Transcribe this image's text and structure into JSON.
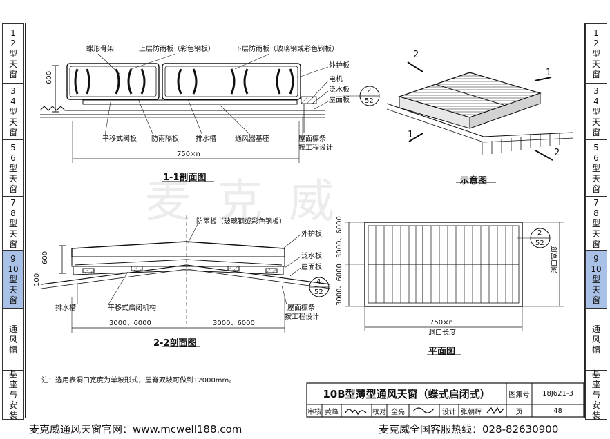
{
  "watermark": "麦克威",
  "sidebar_left": [
    {
      "chars": [
        "1",
        "2",
        "型",
        "天",
        "窗"
      ],
      "active": false
    },
    {
      "chars": [
        "3",
        "4",
        "型",
        "天",
        "窗"
      ],
      "active": false
    },
    {
      "chars": [
        "5",
        "6",
        "型",
        "天",
        "窗"
      ],
      "active": false
    },
    {
      "chars": [
        "7",
        "8",
        "型",
        "天",
        "窗"
      ],
      "active": false
    },
    {
      "chars": [
        "9",
        "10",
        "型",
        "天",
        "窗"
      ],
      "active": true
    },
    {
      "chars": [
        "通",
        "风",
        "帽"
      ],
      "active": false
    },
    {
      "chars": [
        "基",
        "座",
        "与",
        "安",
        "装"
      ],
      "active": false
    }
  ],
  "sidebar_right": [
    {
      "chars": [
        "1",
        "2",
        "型",
        "天",
        "窗"
      ],
      "active": false
    },
    {
      "chars": [
        "3",
        "4",
        "型",
        "天",
        "窗"
      ],
      "active": false
    },
    {
      "chars": [
        "5",
        "6",
        "型",
        "天",
        "窗"
      ],
      "active": false
    },
    {
      "chars": [
        "7",
        "8",
        "型",
        "天",
        "窗"
      ],
      "active": false
    },
    {
      "chars": [
        "9",
        "10",
        "型",
        "天",
        "窗"
      ],
      "active": true
    },
    {
      "chars": [
        "通",
        "风",
        "帽"
      ],
      "active": false
    },
    {
      "chars": [
        "基",
        "座",
        "与",
        "安",
        "装"
      ],
      "active": false
    }
  ],
  "section11": {
    "caption": "1-1剖面图",
    "dim_width": "750×n",
    "dim_height": "600",
    "label_butterfly": "蝶形骨架",
    "label_upper": "上层防雨板（彩色钢板）",
    "label_lower": "下层防雨板（玻璃钢或彩色钢板）",
    "label_outer": "外护板",
    "label_motor": "电机",
    "label_flashing": "泛水板",
    "label_roof": "屋面板",
    "ref_top": "2",
    "ref_bottom": "52",
    "label_slide_valve": "平移式阀板",
    "label_rain_panel": "防雨隔板",
    "label_drain": "排水槽",
    "label_base": "通风器基座",
    "label_purlin": "屋面檩条",
    "label_design": "按工程设计"
  },
  "schematic": {
    "caption": "示意图",
    "mark_1a": "1",
    "mark_1b": "1",
    "mark_2a": "2",
    "mark_2b": "2"
  },
  "section22": {
    "caption": "2-2剖面图",
    "label_rainboard": "防雨板（玻璃钢或彩色钢板）",
    "label_outer": "外护板",
    "label_flashing": "泛水板",
    "label_roof": "屋面板",
    "ref_top": "4",
    "ref_bottom": "52",
    "dim_600": "600",
    "dim_100": "100",
    "label_drain": "排水槽",
    "label_mechanism": "平移式启闭机构",
    "label_purlin": "屋面檩条",
    "label_design": "按工程设计",
    "dim_left": "3000、6000",
    "dim_right": "3000、6000"
  },
  "plan": {
    "caption": "平面图",
    "dim_top": "3000、6000",
    "dim_bottom": "3000、6000",
    "opening_width_label": "洞口宽度",
    "opening_length_label": "洞口长度",
    "dim_length": "750×n",
    "ref_top": "2",
    "ref_bottom": "52"
  },
  "note": "注：选用表洞口宽度为单坡形式，屋脊双坡可做到12000mm。",
  "titleblock": {
    "title": "10B型薄型通风天窗（蝶式启闭式）",
    "atlas_label": "图集号",
    "atlas_no": "18J621-3",
    "review_label": "审核",
    "reviewer": "黄峰",
    "check_label": "校对",
    "checker": "全亮",
    "design_label": "设计",
    "designer": "张朝辉",
    "page_label": "页",
    "page_no": "48"
  },
  "footer": {
    "left": "麦克威通风天窗官网：www.mcwell188.com",
    "right": "麦克威全国客服热线：028-82630900"
  }
}
